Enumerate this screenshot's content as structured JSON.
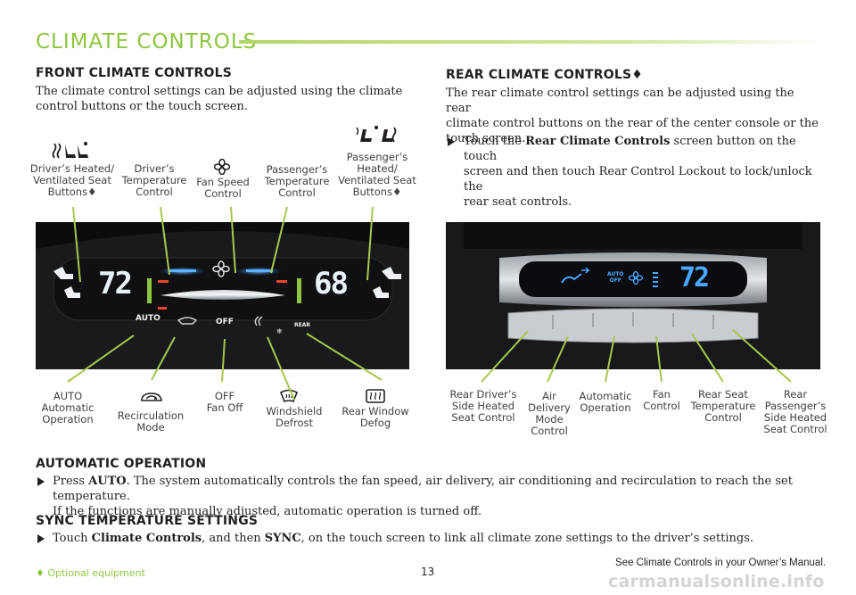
{
  "page_title": "CLIMATE CONTROLS",
  "front": {
    "heading": "FRONT CLIMATE CONTROLS",
    "intro_line1": "The climate control settings can be adjusted using the climate",
    "intro_line2": "control buttons or the touch screen.",
    "labels_top": {
      "driver_seat": [
        "Driver’s Heated/",
        "Ventilated Seat",
        "Buttons♦"
      ],
      "driver_temp": [
        "Driver’s",
        "Temperature",
        "Control"
      ],
      "fan_speed": [
        "Fan Speed",
        "Control"
      ],
      "pass_temp": [
        "Passenger’s",
        "Temperature",
        "Control"
      ],
      "pass_seat": [
        "Passenger’s",
        "Heated/",
        "Ventilated Seat",
        "Buttons♦"
      ]
    },
    "labels_bottom": {
      "auto": [
        "AUTO",
        "Automatic",
        "Operation"
      ],
      "recirc": [
        "Recirculation",
        "Mode"
      ],
      "off": [
        "OFF",
        "Fan Off"
      ],
      "defrost": [
        "Windshield",
        "Defrost"
      ],
      "defog": [
        "Rear Window",
        "Defog"
      ]
    },
    "display": {
      "left_temp": "72",
      "right_temp": "68",
      "auto_label": "AUTO",
      "off_label": "OFF",
      "rear_label": "REAR"
    }
  },
  "rear": {
    "heading": "REAR CLIMATE CONTROLS♦",
    "intro_line1": "The rear climate control settings can be adjusted using the rear",
    "intro_line2": "climate control buttons on the rear of the center console or the",
    "intro_line3": "touch screen.",
    "bullet_pre": "Touch the ",
    "bullet_bold": "Rear Climate Controls",
    "bullet_post1": " screen button on the touch",
    "bullet_line2": "screen and then touch Rear Control Lockout to lock/unlock the",
    "bullet_line3": "rear seat controls.",
    "labels": {
      "driver_seat": [
        "Rear Driver’s",
        "Side Heated",
        "Seat Control"
      ],
      "air_delivery": [
        "Air",
        "Delivery",
        "Mode",
        "Control"
      ],
      "automatic": [
        "Automatic",
        "Operation"
      ],
      "fan": [
        "Fan",
        "Control"
      ],
      "seat_temp": [
        "Rear Seat",
        "Temperature",
        "Control"
      ],
      "pass_seat": [
        "Rear",
        "Passenger’s",
        "Side Heated",
        "Seat Control"
      ]
    },
    "display": {
      "temp": "72",
      "auto_off": [
        "AUTO",
        "OFF"
      ]
    }
  },
  "automatic": {
    "heading": "AUTOMATIC OPERATION",
    "pre": "Press ",
    "bold": "AUTO",
    "post": ". The system automatically controls the fan speed, air delivery, air conditioning and recirculation to reach the set temperature.",
    "line2": "If the functions are manually adjusted, automatic operation is turned off."
  },
  "sync": {
    "heading": "SYNC TEMPERATURE SETTINGS",
    "pre": "Touch ",
    "bold1": "Climate Controls",
    "mid": ", and then ",
    "bold2": "SYNC",
    "post": ", on the touch screen to link all climate zone settings to the driver’s settings."
  },
  "footer": {
    "optional": "♦ Optional equipment",
    "page_number": "13",
    "see_manual": "See Climate Controls in your Owner’s Manual.",
    "watermark": "carmanualsonline.info"
  },
  "colors": {
    "accent_green": "#8dc63f",
    "line_green": "#a6c84d",
    "display_blue": "#4aa8ff",
    "heat_red": "#e8452c"
  },
  "icons": [
    "seat-heat-vent-icon",
    "fan-icon",
    "recirculation-icon",
    "windshield-defrost-icon",
    "rear-window-defog-icon",
    "bullet-arrow-icon"
  ]
}
